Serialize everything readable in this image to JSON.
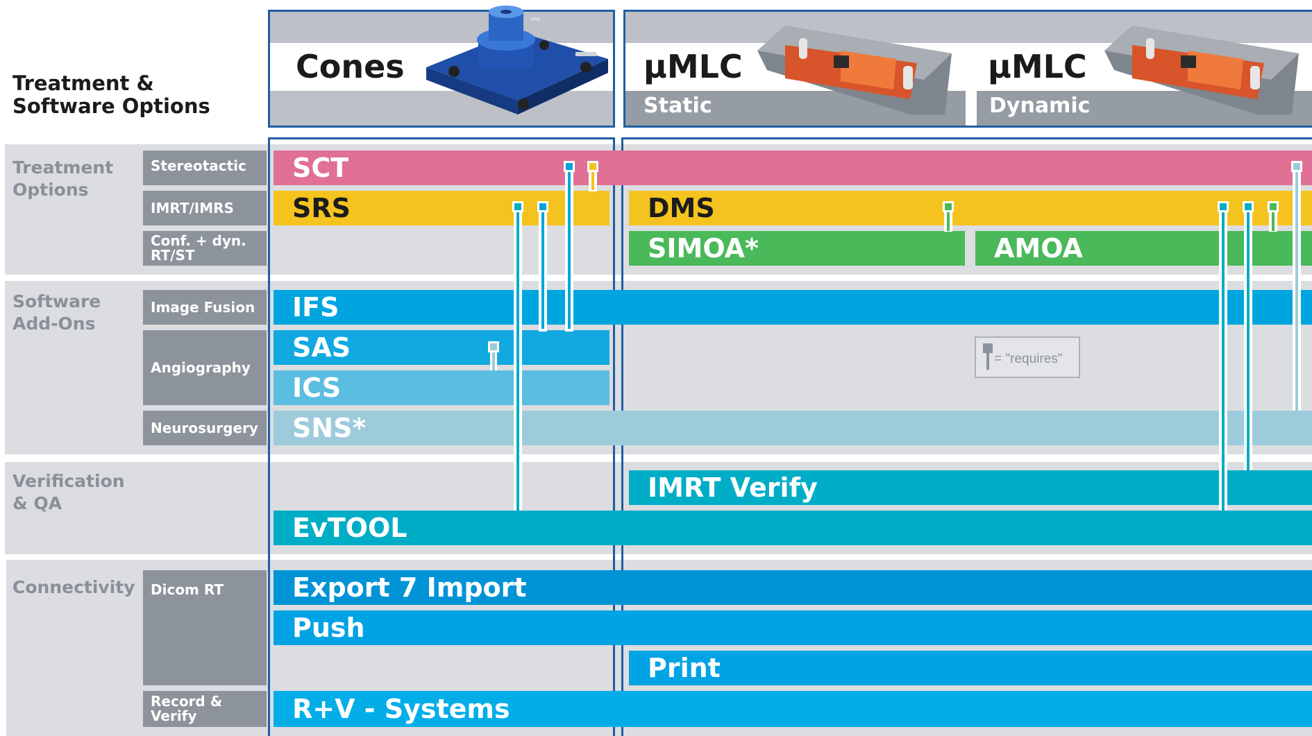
{
  "title": "Treatment & Software Options",
  "columns": {
    "cones": {
      "title": "Cones"
    },
    "umlc_static": {
      "title": "µMLC",
      "subtitle": "Static"
    },
    "umlc_dynamic": {
      "title": "µMLC",
      "subtitle": "Dynamic"
    }
  },
  "sections": {
    "treatment": "Treatment Options",
    "software": "Software Add-Ons",
    "verification": "Verification & QA",
    "connectivity": "Connectivity"
  },
  "subcategories": {
    "stereotactic": "Stereotactic",
    "imrt_imrs": "IMRT/IMRS",
    "conf_dyn": "Conf. + dyn. RT/ST",
    "image_fusion": "Image Fusion",
    "angiography": "Angiography",
    "neurosurgery": "Neurosurgery",
    "dicom_rt": "Dicom RT",
    "record_verify": "Record & Verify"
  },
  "bars": {
    "sct": "SCT",
    "srs": "SRS",
    "dms": "DMS",
    "simoa": "SIMOA*",
    "amoa": "AMOA",
    "ifs": "IFS",
    "sas": "SAS",
    "ics": "ICS",
    "sns": "SNS*",
    "imrt_verify": "IMRT Verify",
    "evtool": "EvTOOL",
    "export_import": "Export 7 Import",
    "push": "Push",
    "print": "Print",
    "rv_systems": "R+V - Systems"
  },
  "legend": {
    "text": "= \"requires\""
  },
  "colors": {
    "sct": "#e07094",
    "srs_dms": "#f4c31f",
    "simoa_amoa": "#4ab95a",
    "ifs": "#00a5df",
    "sas": "#12a9e0",
    "ics": "#5bbde0",
    "sns": "#9ecbdb",
    "verify_teal": "#00adc6",
    "export": "#0093d6",
    "push_print": "#00a3e4",
    "rv": "#03aee8",
    "frame_blue": "#1f5ea4"
  }
}
